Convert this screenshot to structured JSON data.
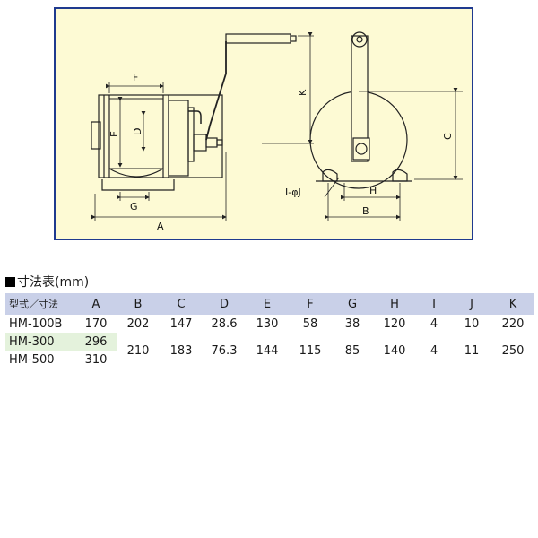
{
  "drawing": {
    "labels": {
      "A": "A",
      "B": "B",
      "C": "C",
      "D": "D",
      "E": "E",
      "F": "F",
      "G": "G",
      "H": "H",
      "IJ": "I-φJ",
      "K": "K"
    },
    "colors": {
      "panel_bg": "#fdfad4",
      "panel_border": "#1f3a8f",
      "line": "#222222"
    }
  },
  "table": {
    "heading": "寸法表(mm)",
    "columns": [
      "型式／寸法",
      "A",
      "B",
      "C",
      "D",
      "E",
      "F",
      "G",
      "H",
      "I",
      "J",
      "K"
    ],
    "rows": [
      {
        "model": "HM-100B",
        "A": "170",
        "B": "202",
        "C": "147",
        "D": "28.6",
        "E": "130",
        "F": "58",
        "G": "38",
        "H": "120",
        "I": "4",
        "J": "10",
        "K": "220"
      },
      {
        "model": "HM-300",
        "A": "296"
      },
      {
        "model": "HM-500",
        "A": "310"
      }
    ],
    "shared_300_500": {
      "B": "210",
      "C": "183",
      "D": "76.3",
      "E": "144",
      "F": "115",
      "G": "85",
      "H": "140",
      "I": "4",
      "J": "11",
      "K": "250"
    },
    "colors": {
      "header_bg": "#c9d0e8",
      "highlight_bg": "#e4f2dc"
    }
  }
}
